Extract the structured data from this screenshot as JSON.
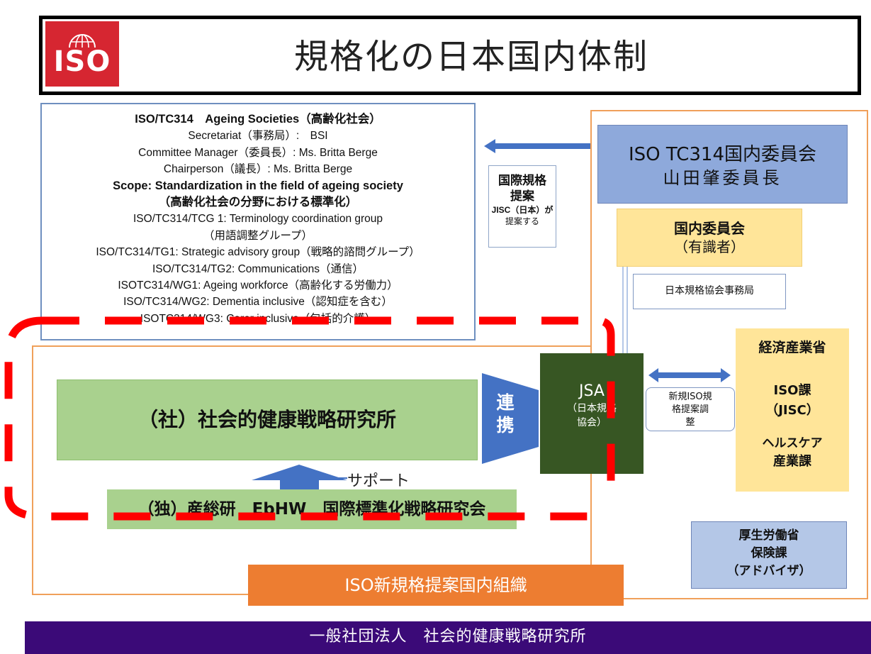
{
  "header": {
    "logo_text": "ISO",
    "title": "規格化の日本国内体制"
  },
  "tc_box": {
    "line1": "ISO/TC314　Ageing Societies（高齢化社会）",
    "line2": "Secretariat（事務局）:　BSI",
    "line3": "Committee Manager（委員長）: Ms. Britta Berge",
    "line4": "Chairperson（議長）: Ms. Britta Berge",
    "line5": "Scope: Standardization in the field of ageing society",
    "line6": "（高齢化社会の分野における標準化）",
    "line7": "ISO/TC314/TCG 1: Terminology coordination group",
    "line8": "（用語調整グループ）",
    "line9": "ISO/TC314/TG1: Strategic advisory group（戦略的諮問グループ）",
    "line10": "ISO/TC314/TG2: Communications（通信）",
    "line11": "ISOTC314/WG1: Ageing workforce（高齢化する労働力）",
    "line12": "ISO/TC314/WG2: Dementia inclusive（認知症を含む）",
    "line13": "ISOTC314/WG3: Carer inclusive（包括的介護）"
  },
  "proposal": {
    "line1": "国際規格",
    "line2": "提案",
    "line3": "JISC（日本）が",
    "line4": "提案する"
  },
  "tc_committee": {
    "title": "ISO TC314国内委員会",
    "chair": "山田肇委員長"
  },
  "domestic_committee": {
    "title": "国内委員会",
    "subtitle": "（有識者）"
  },
  "jsa_secretariat": "日本規格協会事務局",
  "meti": {
    "name": "経済産業省",
    "dept1": "ISO課",
    "dept1_sub": "（JISC）",
    "dept2_l1": "ヘルスケア",
    "dept2_l2": "産業課"
  },
  "jsa": {
    "name": "JSA",
    "sub1": "（日本規格",
    "sub2": "協会）"
  },
  "coordination": {
    "line1": "新規ISO規",
    "line2": "格提案調",
    "line3": "整"
  },
  "mhlw": {
    "line1": "厚生労働省",
    "line2": "保険課",
    "line3": "（アドバイザ）"
  },
  "institute": "（社）社会的健康戦略研究所",
  "cooperation": {
    "c1": "連",
    "c2": "携"
  },
  "support_label": "サポート",
  "aist": "（独）産総研　EbHW　国際標準化戦略研究会",
  "org_label": "ISO新規格提案国内組織",
  "footer": "一般社団法人　社会的健康戦略研究所",
  "colors": {
    "iso_red": "#d62631",
    "green": "#a9d18e",
    "dark_green": "#375623",
    "yellow": "#ffe599",
    "blue": "#8ea9db",
    "light_blue": "#b4c7e7",
    "orange": "#ed7d31",
    "footer_purple": "#3b0a78",
    "dash_red": "#ff0000"
  }
}
